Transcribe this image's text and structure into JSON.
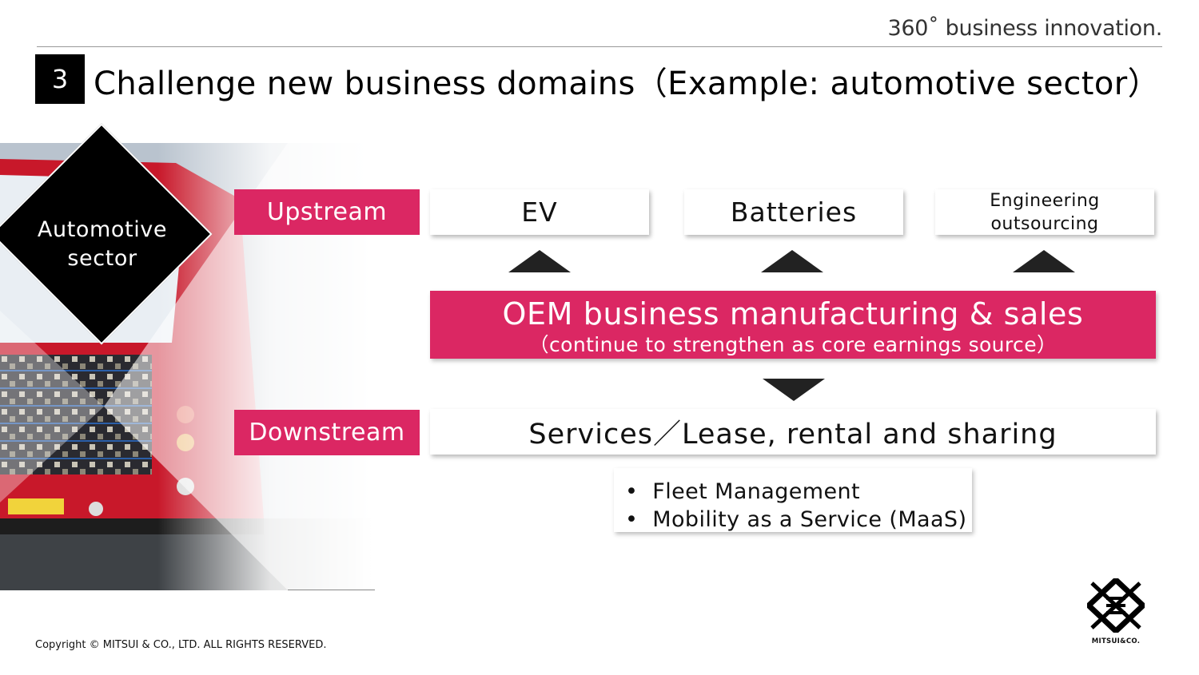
{
  "header": {
    "tagline": "360˚ business innovation.",
    "section_number": "3",
    "title": "Challenge new business domains（Example: automotive sector）"
  },
  "sector_label": "Automotive\nsector",
  "upstream": {
    "label": "Upstream",
    "items": [
      "EV",
      "Batteries",
      "Engineering\noutsourcing"
    ]
  },
  "core": {
    "title": "OEM business  manufacturing & sales",
    "subtitle": "（continue to strengthen as core earnings source）"
  },
  "downstream": {
    "label": "Downstream",
    "item": "Services／Lease, rental and sharing",
    "bullets": [
      "Fleet Management",
      "Mobility as a Service (MaaS)"
    ]
  },
  "footer": {
    "copyright": "Copyright © MITSUI & CO., LTD. ALL RIGHTS RESERVED.",
    "logo_text": "MITSUI&CO."
  },
  "colors": {
    "accent": "#db2763",
    "dark": "#000000",
    "bus_red": "#c8182a"
  }
}
